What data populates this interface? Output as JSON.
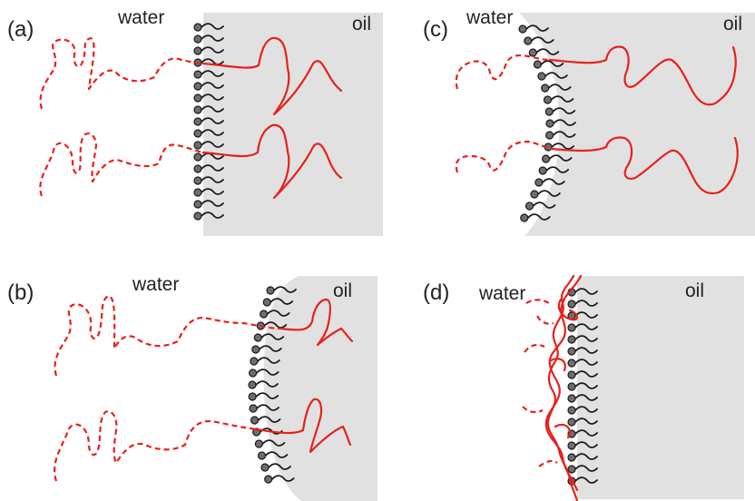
{
  "panels": {
    "a": {
      "label": "(a)",
      "water": "water",
      "oil": "oil"
    },
    "b": {
      "label": "(b)",
      "water": "water",
      "oil": "oil"
    },
    "c": {
      "label": "(c)",
      "water": "water",
      "oil": "oil"
    },
    "d": {
      "label": "(d)",
      "water": "water",
      "oil": "oil"
    }
  },
  "colors": {
    "oil_phase": "#e1e1e1",
    "polymer_chain": "#e8201c",
    "surfactant_tail": "#1a1a1a",
    "surfactant_head": "#6e6e6e"
  }
}
